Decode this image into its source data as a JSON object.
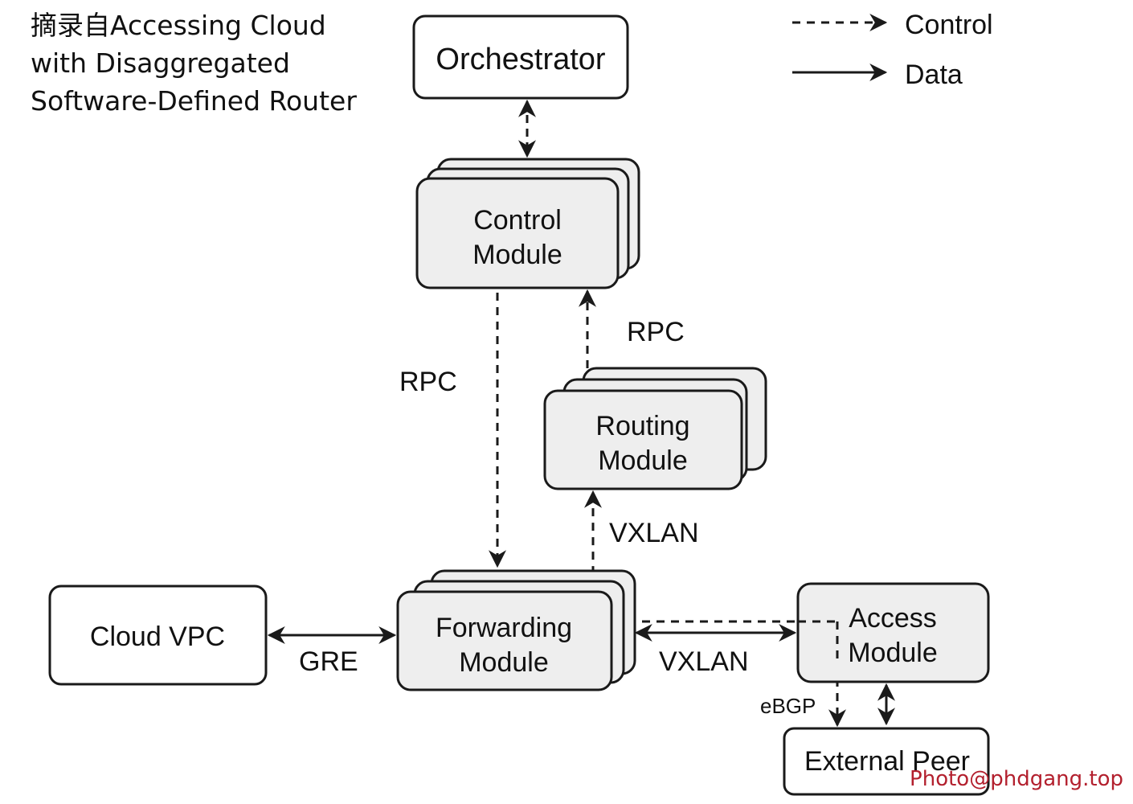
{
  "caption": {
    "line1": "摘录自Accessing Cloud",
    "line2": "with Disaggregated",
    "line3": "Software-Defined Router"
  },
  "legend": {
    "control": "Control",
    "data": "Data"
  },
  "nodes": {
    "orchestrator": "Orchestrator",
    "control_module": [
      "Control",
      "Module"
    ],
    "routing_module": [
      "Routing",
      "Module"
    ],
    "forwarding_module": [
      "Forwarding",
      "Module"
    ],
    "access_module": [
      "Access",
      "Module"
    ],
    "cloud_vpc": "Cloud VPC",
    "external_peer": "External Peer"
  },
  "edge_labels": {
    "rpc_control_to_forwarding": "RPC",
    "rpc_routing_to_control": "RPC",
    "vxlan_forwarding_routing": "VXLAN",
    "vxlan_forwarding_access": "VXLAN",
    "gre": "GRE",
    "ebgp": "eBGP"
  },
  "watermark": "Photo@phdgang.top",
  "colors": {
    "module_fill": "#eeeeee",
    "plain_fill": "#ffffff",
    "stroke": "#1a1a1a",
    "watermark": "#b3202e"
  }
}
